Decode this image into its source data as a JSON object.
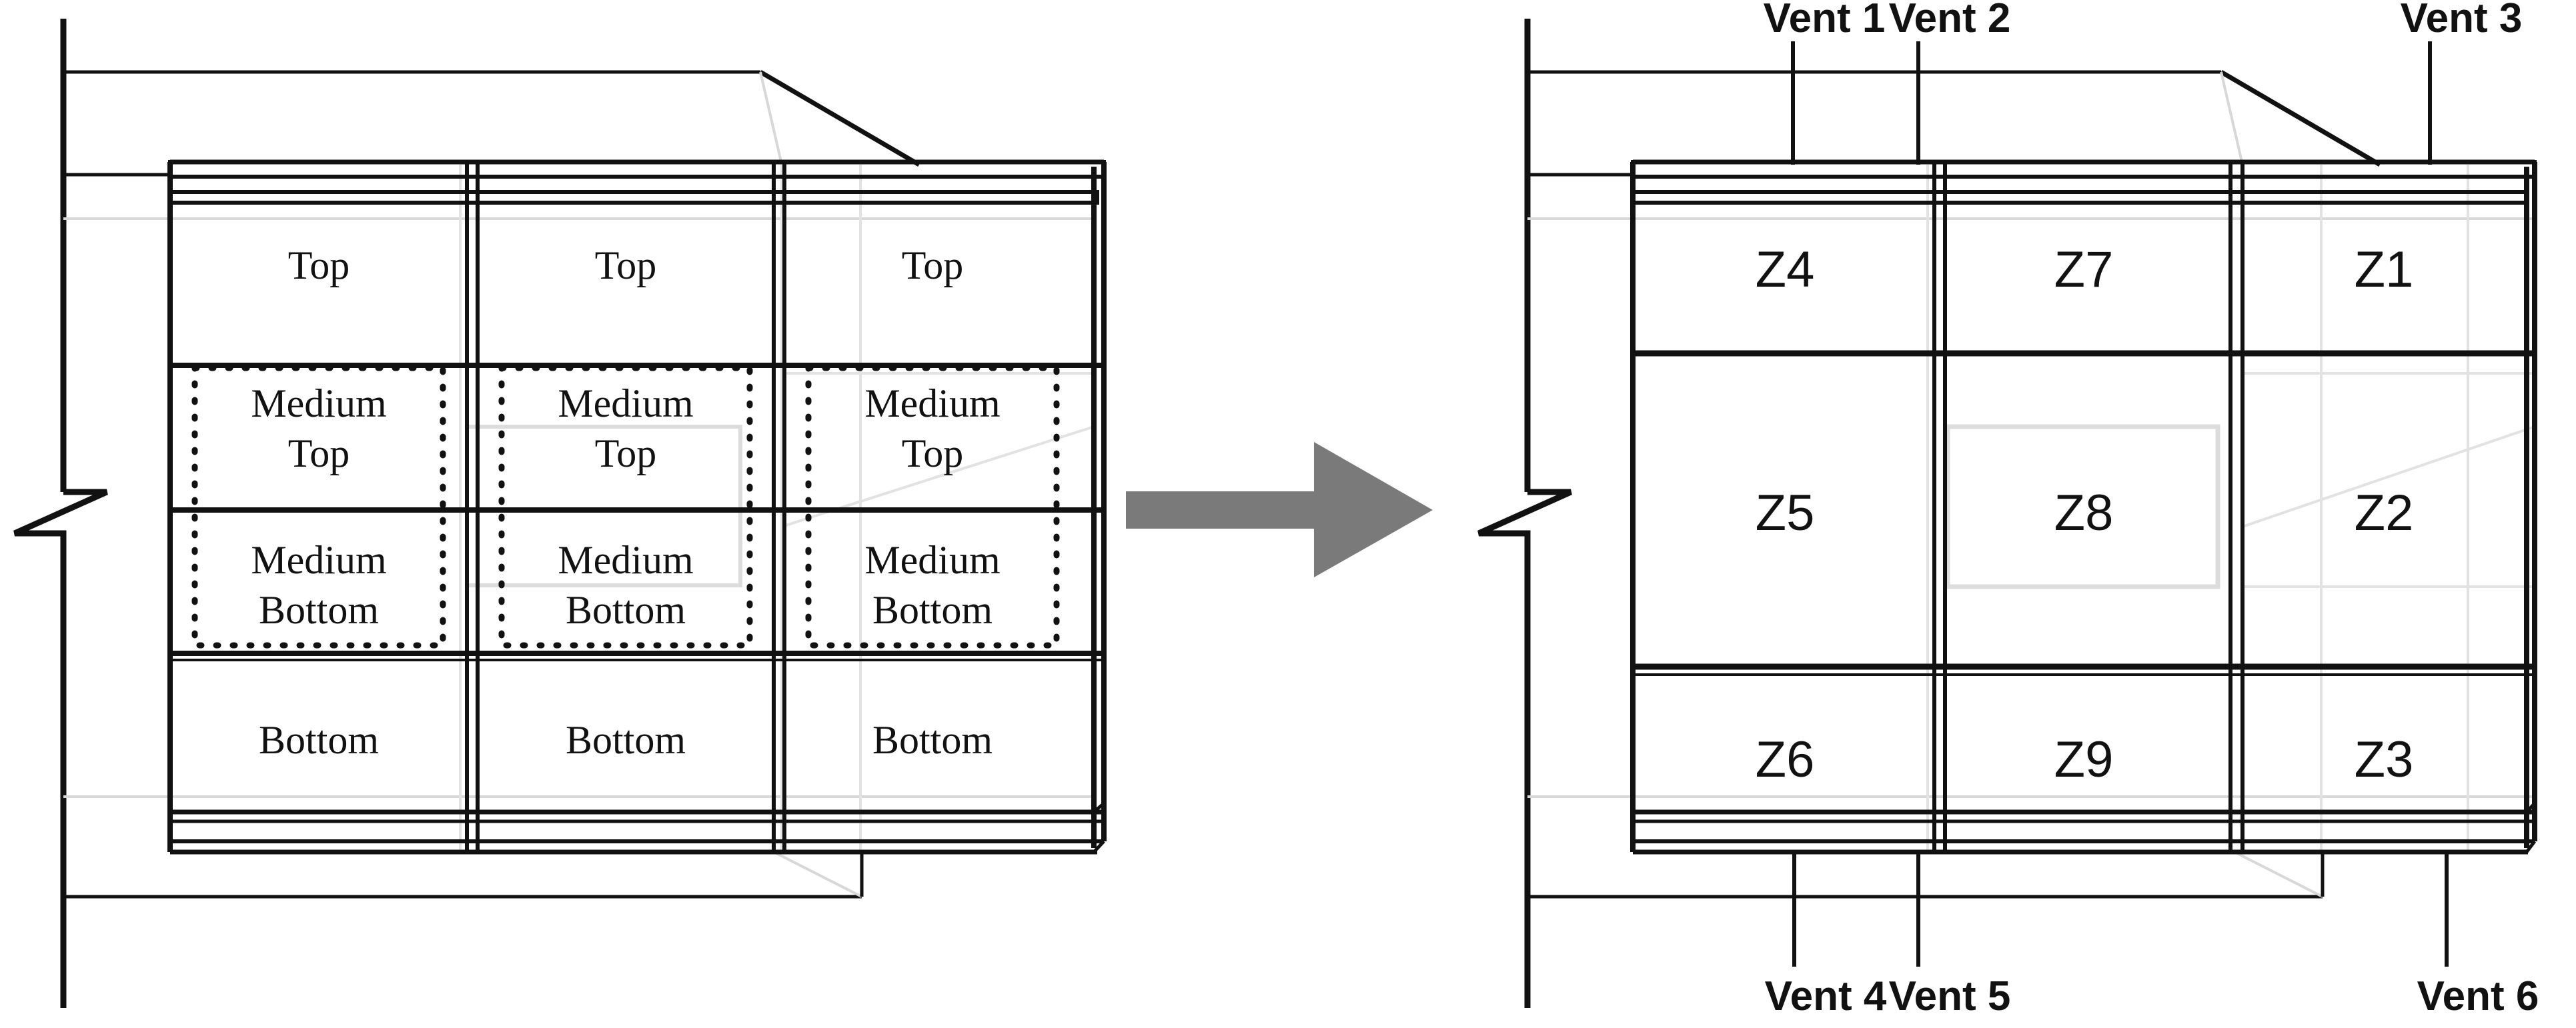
{
  "figure": {
    "kind": "engineering-diagram",
    "description": "Facade zone mapping transformation diagram",
    "background": "#ffffff",
    "ink": "#111111",
    "faint": "#d8d8d8",
    "arrow_color": "#7a7a7a"
  },
  "left_panel": {
    "name": "Source facade with named bands",
    "columns": 3,
    "rows": [
      "Top",
      "Medium Top",
      "Medium Bottom",
      "Bottom"
    ],
    "cells": [
      {
        "col": 1,
        "row": 1,
        "label": "Top",
        "dotted": false
      },
      {
        "col": 2,
        "row": 1,
        "label": "Top",
        "dotted": false
      },
      {
        "col": 3,
        "row": 1,
        "label": "Top",
        "dotted": false
      },
      {
        "col": 1,
        "row": 2,
        "label": "Medium\nTop",
        "line1": "Medium",
        "line2": "Top",
        "dotted": true
      },
      {
        "col": 2,
        "row": 2,
        "label": "Medium\nTop",
        "line1": "Medium",
        "line2": "Top",
        "dotted": true
      },
      {
        "col": 3,
        "row": 2,
        "label": "Medium\nTop",
        "line1": "Medium",
        "line2": "Top",
        "dotted": true
      },
      {
        "col": 1,
        "row": 3,
        "label": "Medium\nBottom",
        "line1": "Medium",
        "line2": "Bottom",
        "dotted": true
      },
      {
        "col": 2,
        "row": 3,
        "label": "Medium\nBottom",
        "line1": "Medium",
        "line2": "Bottom",
        "dotted": true
      },
      {
        "col": 3,
        "row": 3,
        "label": "Medium\nBottom",
        "line1": "Medium",
        "line2": "Bottom",
        "dotted": true
      },
      {
        "col": 1,
        "row": 4,
        "label": "Bottom",
        "dotted": false
      },
      {
        "col": 2,
        "row": 4,
        "label": "Bottom",
        "dotted": false
      },
      {
        "col": 3,
        "row": 4,
        "label": "Bottom",
        "dotted": false
      }
    ]
  },
  "arrow": {
    "name": "transformation-arrow",
    "direction": "right",
    "color": "#7a7a7a"
  },
  "right_panel": {
    "name": "Target facade with thermal zones and vents",
    "columns": 3,
    "rows": 3,
    "zones": [
      {
        "col": 1,
        "row": 1,
        "label": "Z4"
      },
      {
        "col": 2,
        "row": 1,
        "label": "Z7"
      },
      {
        "col": 3,
        "row": 1,
        "label": "Z1"
      },
      {
        "col": 1,
        "row": 2,
        "label": "Z5"
      },
      {
        "col": 2,
        "row": 2,
        "label": "Z8"
      },
      {
        "col": 3,
        "row": 2,
        "label": "Z2"
      },
      {
        "col": 1,
        "row": 3,
        "label": "Z6"
      },
      {
        "col": 2,
        "row": 3,
        "label": "Z9"
      },
      {
        "col": 3,
        "row": 3,
        "label": "Z3"
      }
    ],
    "vents_top": [
      {
        "id": 1,
        "label": "Vent 1"
      },
      {
        "id": 2,
        "label": "Vent 2"
      },
      {
        "id": 3,
        "label": "Vent 3"
      }
    ],
    "vents_bottom": [
      {
        "id": 4,
        "label": "Vent 4"
      },
      {
        "id": 5,
        "label": "Vent 5"
      },
      {
        "id": 6,
        "label": "Vent 6"
      }
    ]
  }
}
